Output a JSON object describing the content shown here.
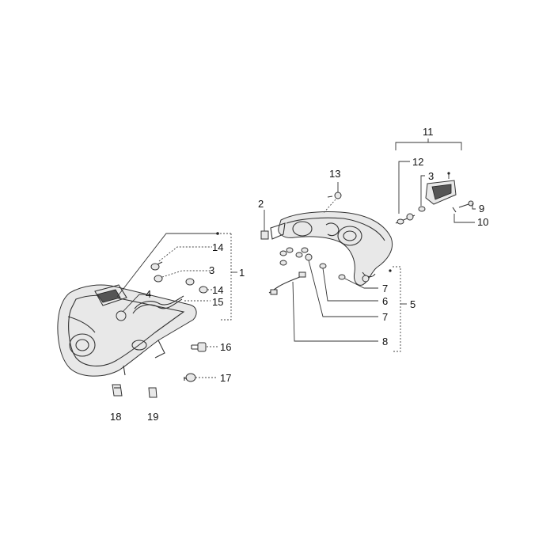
{
  "diagram": {
    "callouts": {
      "c1": "1",
      "c2": "2",
      "c3a": "3",
      "c3b": "3",
      "c4": "4",
      "c5": "5",
      "c6": "6",
      "c7a": "7",
      "c7b": "7",
      "c8": "8",
      "c9": "9",
      "c10": "10",
      "c11": "11",
      "c12": "12",
      "c13": "13",
      "c14a": "14",
      "c14b": "14",
      "c15": "15",
      "c16": "16",
      "c17": "17",
      "c18": "18",
      "c19": "19"
    }
  }
}
